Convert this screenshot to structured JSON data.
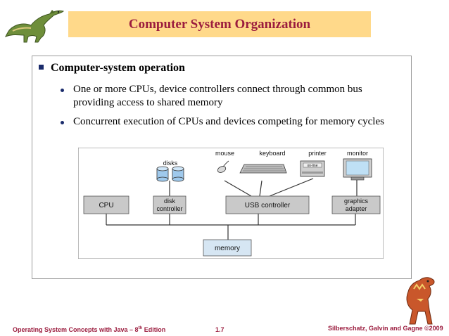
{
  "slide": {
    "title": "Computer System Organization",
    "main_bullet": "Computer-system operation",
    "sub_bullets": [
      "One or more CPUs, device controllers connect through common bus providing access to shared memory",
      "Concurrent execution of CPUs and devices competing for memory cycles"
    ]
  },
  "diagram": {
    "labels": {
      "disks": "disks",
      "mouse": "mouse",
      "keyboard": "keyboard",
      "printer": "printer",
      "monitor": "monitor",
      "on_line": "on-line"
    },
    "boxes": {
      "cpu": "CPU",
      "disk_controller_line1": "disk",
      "disk_controller_line2": "controller",
      "usb_controller": "USB controller",
      "graphics_line1": "graphics",
      "graphics_line2": "adapter",
      "memory": "memory"
    },
    "colors": {
      "box_fill": "#c9c9c9",
      "memory_fill": "#d6e6f3",
      "disk_fill": "#9fc9ec"
    }
  },
  "footer": {
    "left_prefix": "Operating System Concepts  with Java – 8",
    "left_sup": "th",
    "left_suffix": " Edition",
    "page": "1.7",
    "copyright": "Silberschatz, Galvin and Gagne ©2009"
  },
  "colors": {
    "title_bg": "#ffd98a",
    "title_text": "#9b1c3e",
    "bullet": "#1a2b6b",
    "footer_text": "#9b1c3e"
  }
}
